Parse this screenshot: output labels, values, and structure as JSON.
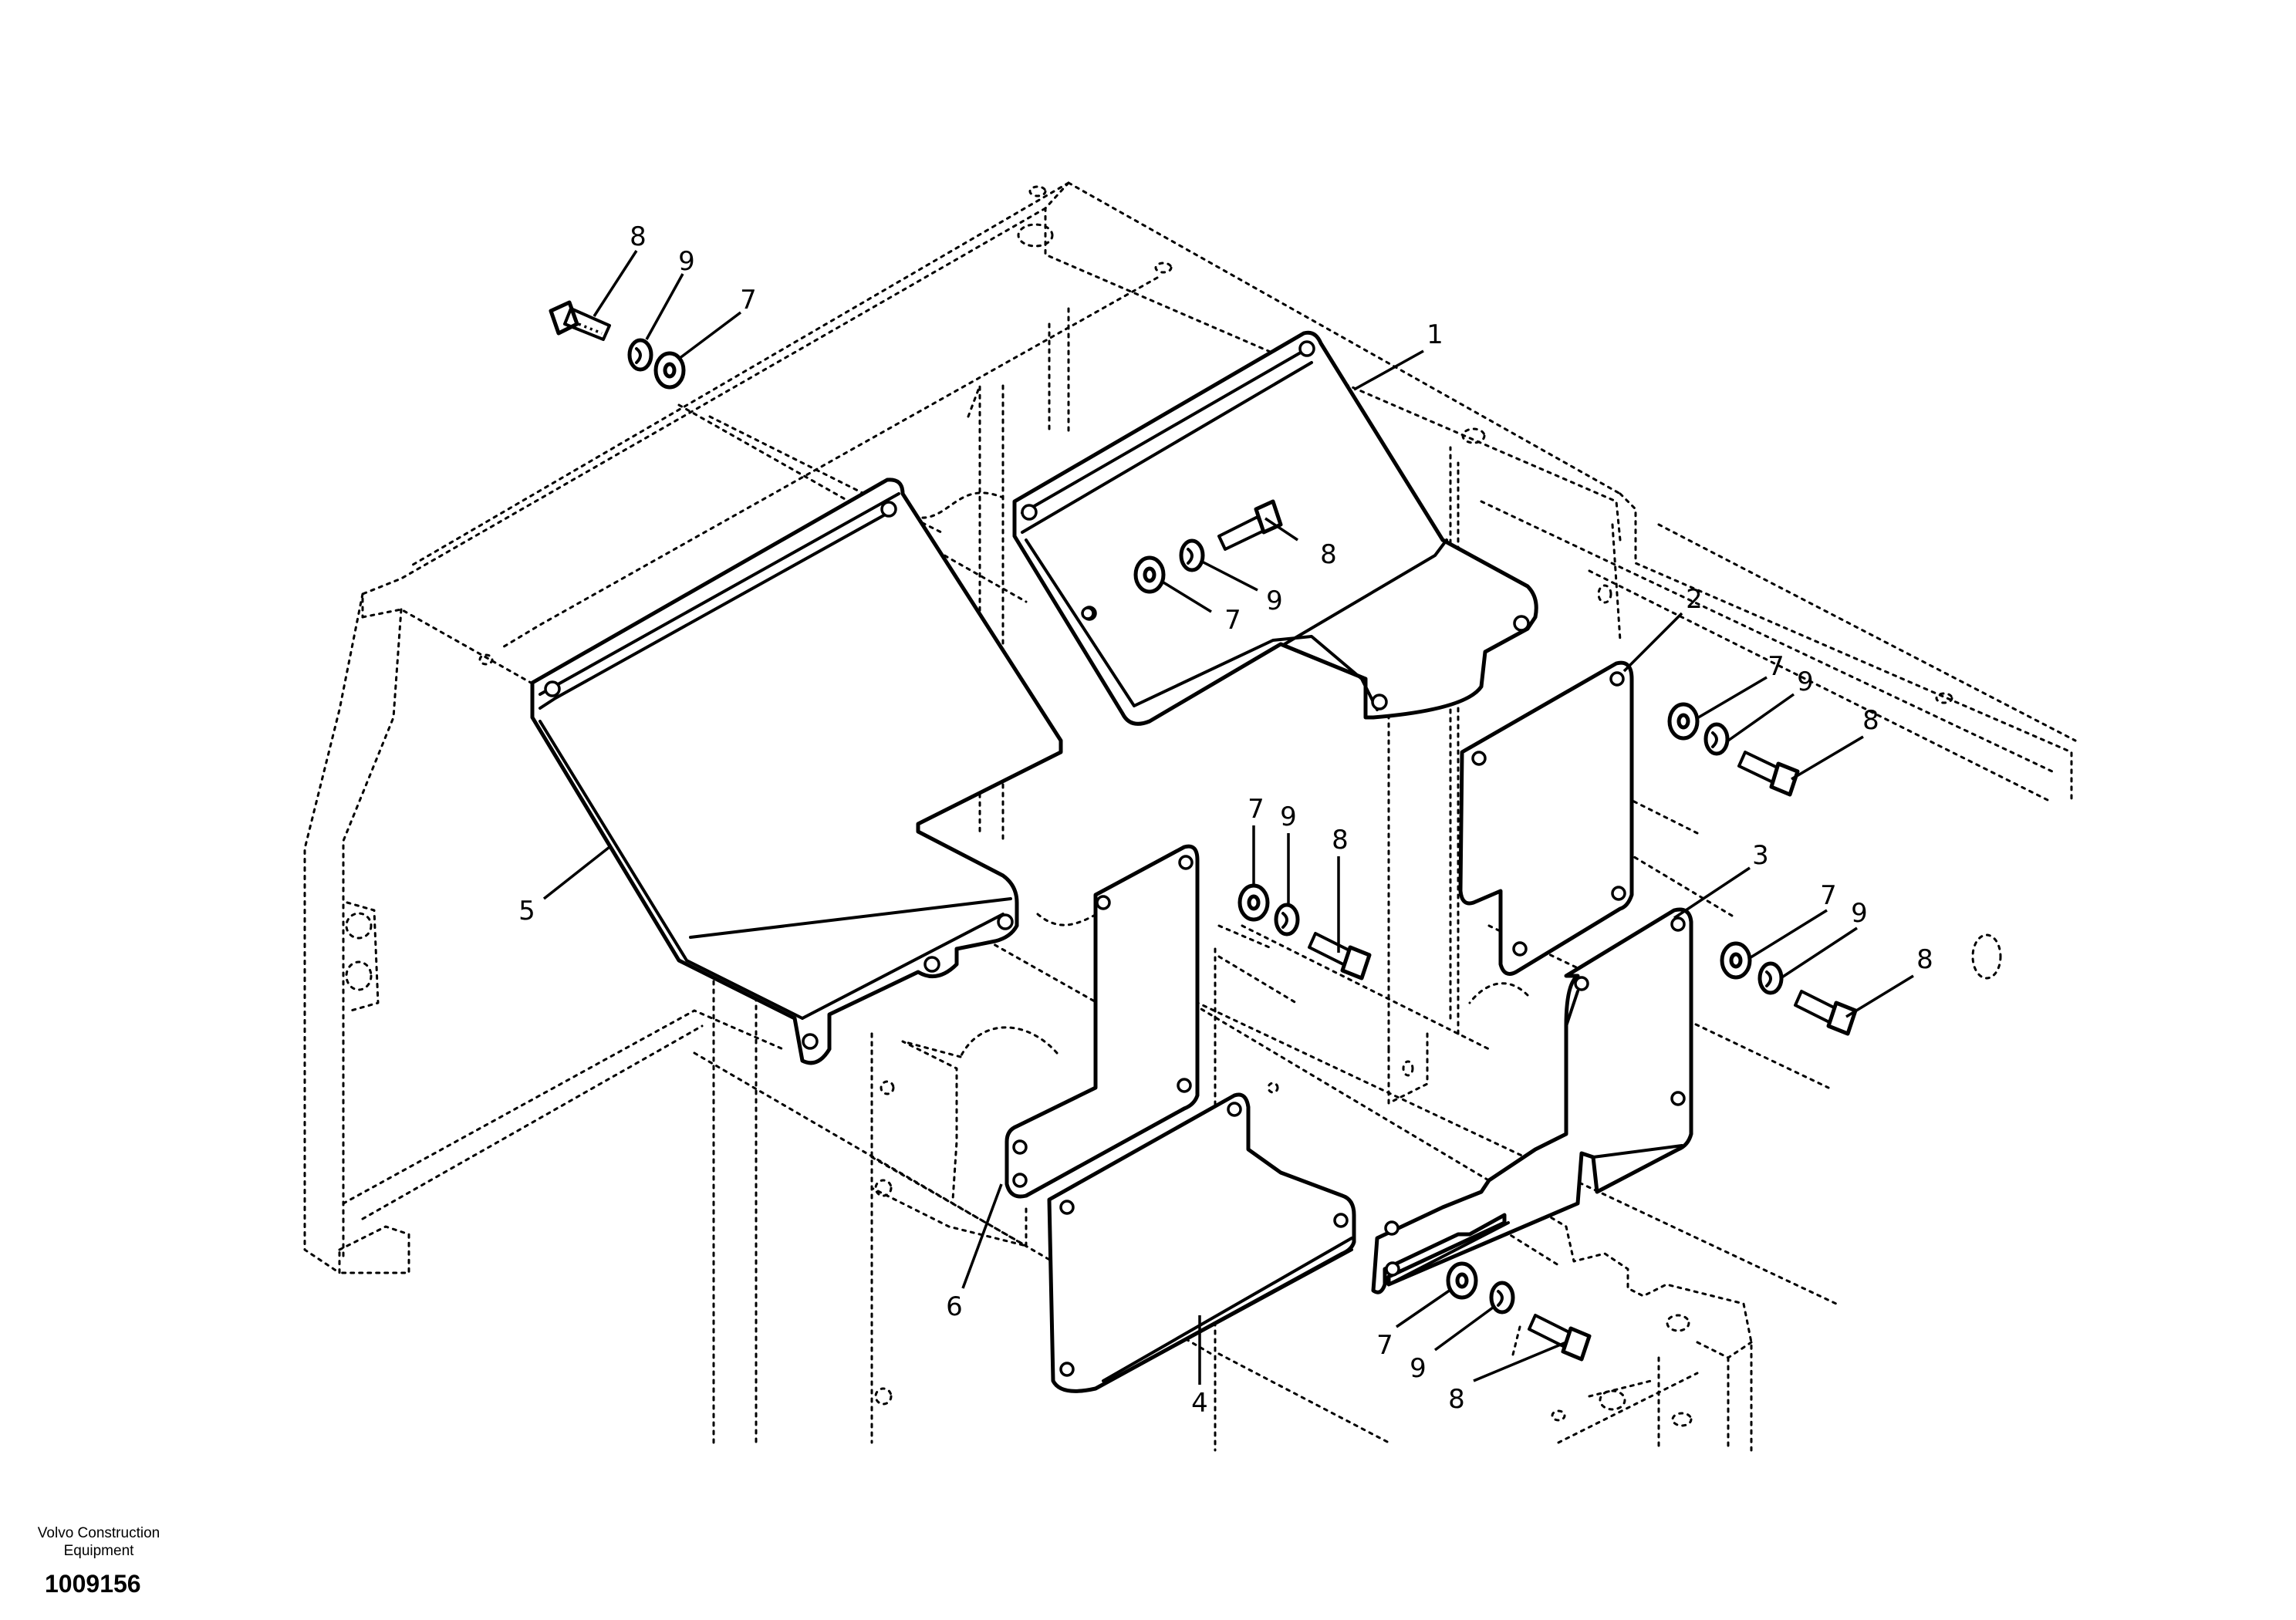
{
  "footer": {
    "company_line1": "Volvo Construction",
    "company_line2": "Equipment",
    "drawing_number": "1009156"
  },
  "callouts": {
    "c1": "1",
    "c2": "2",
    "c3": "3",
    "c4": "4",
    "c5": "5",
    "c6": "6",
    "c7a": "7",
    "c7b": "7",
    "c7c": "7",
    "c7d": "7",
    "c7e": "7",
    "c7f": "7",
    "c8a": "8",
    "c8b": "8",
    "c8c": "8",
    "c8d": "8",
    "c8e": "8",
    "c8f": "8",
    "c9a": "9",
    "c9b": "9",
    "c9c": "9",
    "c9d": "9",
    "c9e": "9",
    "c9f": "9"
  }
}
